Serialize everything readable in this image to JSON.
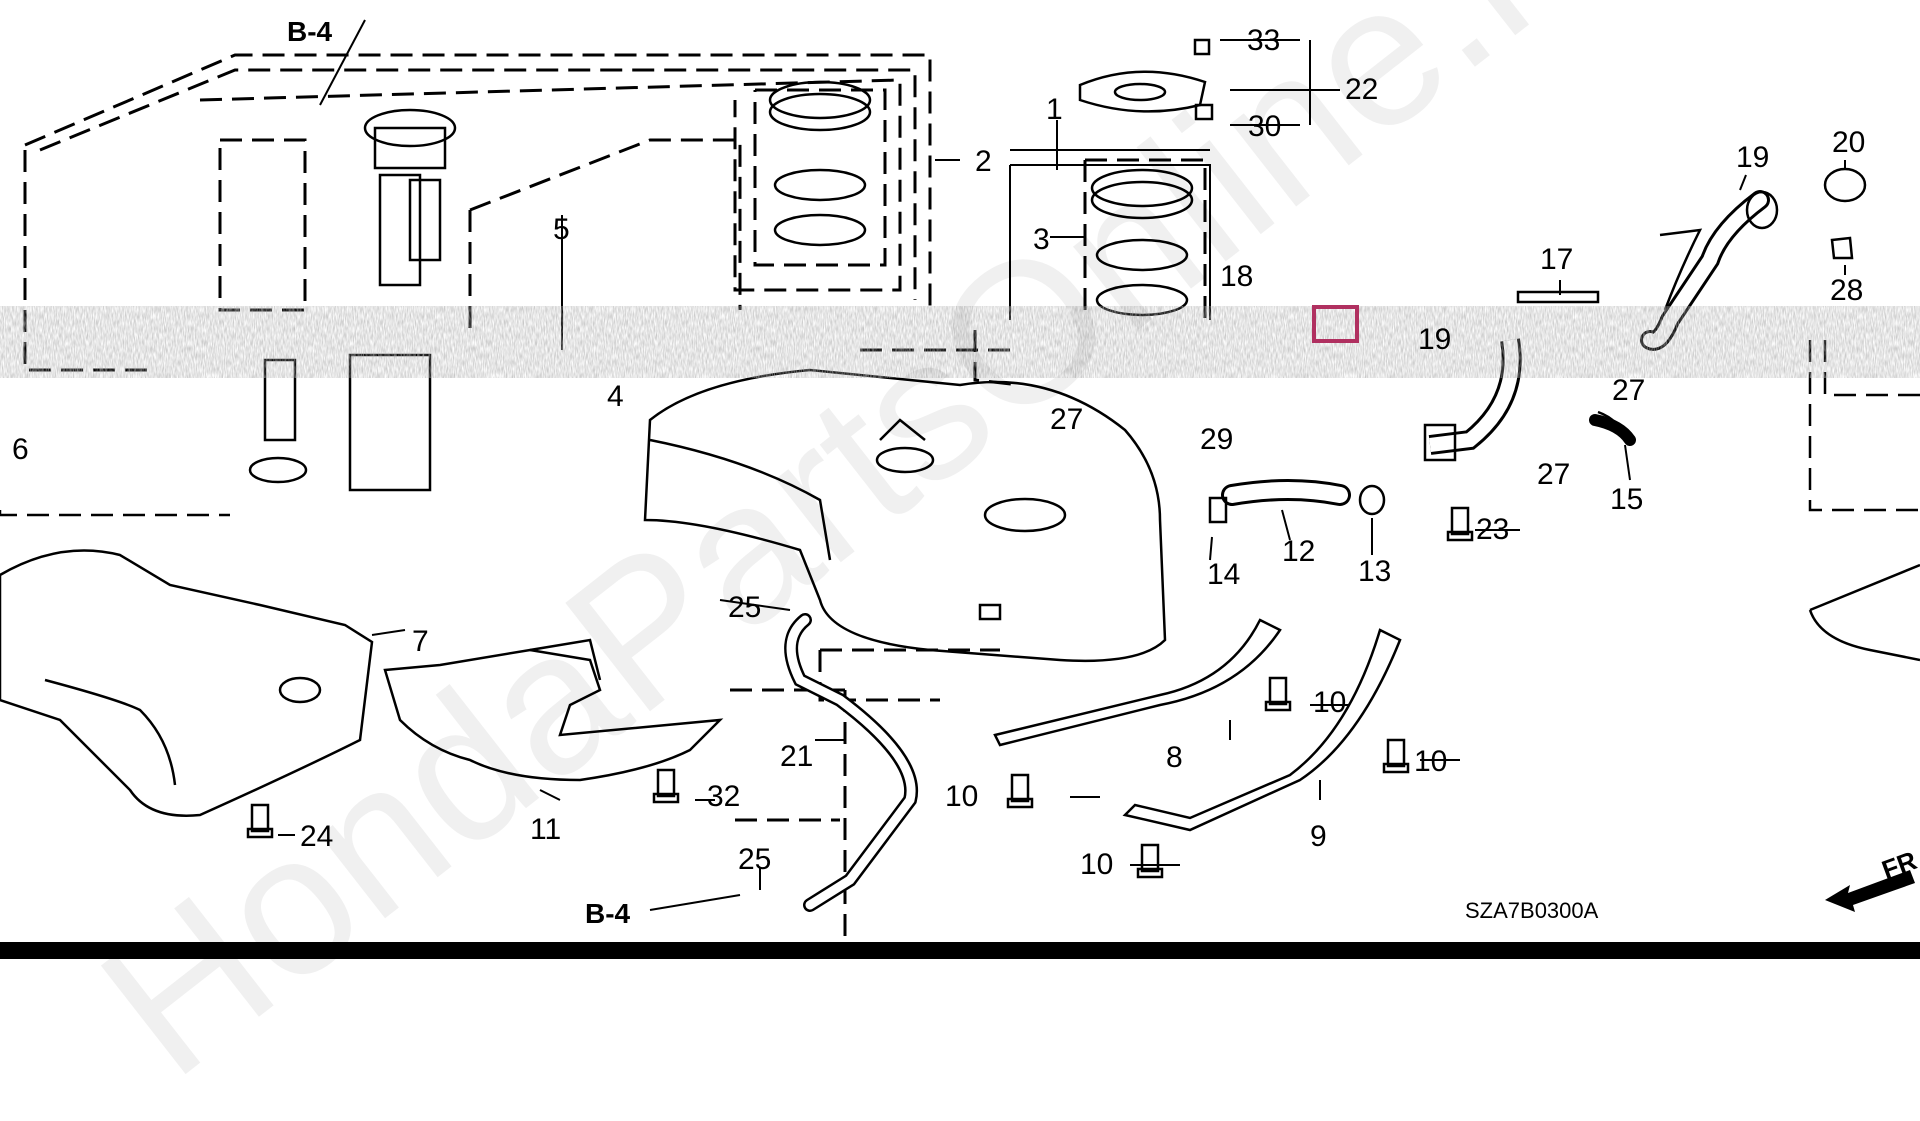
{
  "diagram": {
    "code": "SZA7B0300A",
    "watermark": "HondaPartsOnline.ru",
    "ref_labels": [
      "B-4",
      "B-4"
    ],
    "front_label": "FR",
    "part_labels": [
      "1",
      "2",
      "3",
      "4",
      "5",
      "6",
      "7",
      "8",
      "9",
      "10",
      "10",
      "10",
      "10",
      "11",
      "12",
      "13",
      "14",
      "15",
      "17",
      "18",
      "19",
      "19",
      "20",
      "21",
      "22",
      "23",
      "24",
      "25",
      "25",
      "27",
      "27",
      "27",
      "28",
      "29",
      "30",
      "32",
      "33"
    ]
  },
  "colors": {
    "highlight": "#b03060",
    "line": "#000000"
  }
}
